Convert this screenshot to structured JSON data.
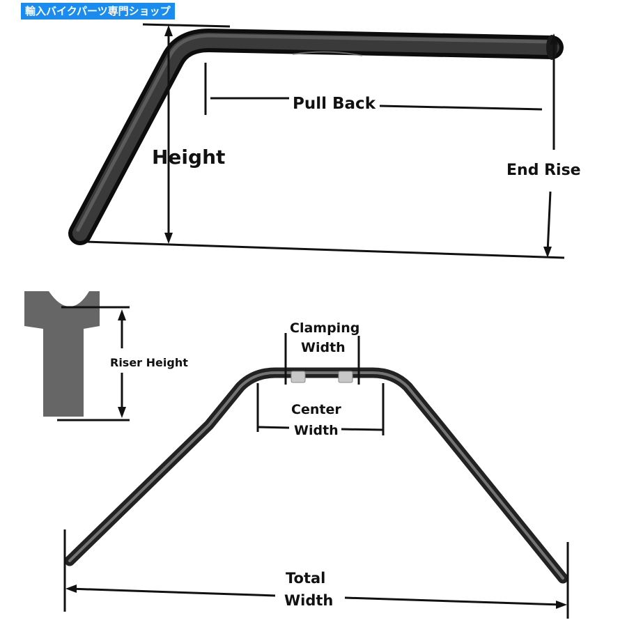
{
  "shop_label": "輸入バイクパーツ専門ショップ",
  "side_view": {
    "pull_back": "Pull Back",
    "height": "Height",
    "end_rise": "End Rise"
  },
  "riser": {
    "label": "Riser Height"
  },
  "front_view": {
    "clamping_width_line1": "Clamping",
    "clamping_width_line2": "Width",
    "center_width_line1": "Center",
    "center_width_line2": "Width",
    "total_width_line1": "Total",
    "total_width_line2": "Width"
  },
  "colors": {
    "badge": "#1a8cf0",
    "bar": "#222222",
    "riser": "#666666",
    "clamp": "#c8c8c8"
  }
}
